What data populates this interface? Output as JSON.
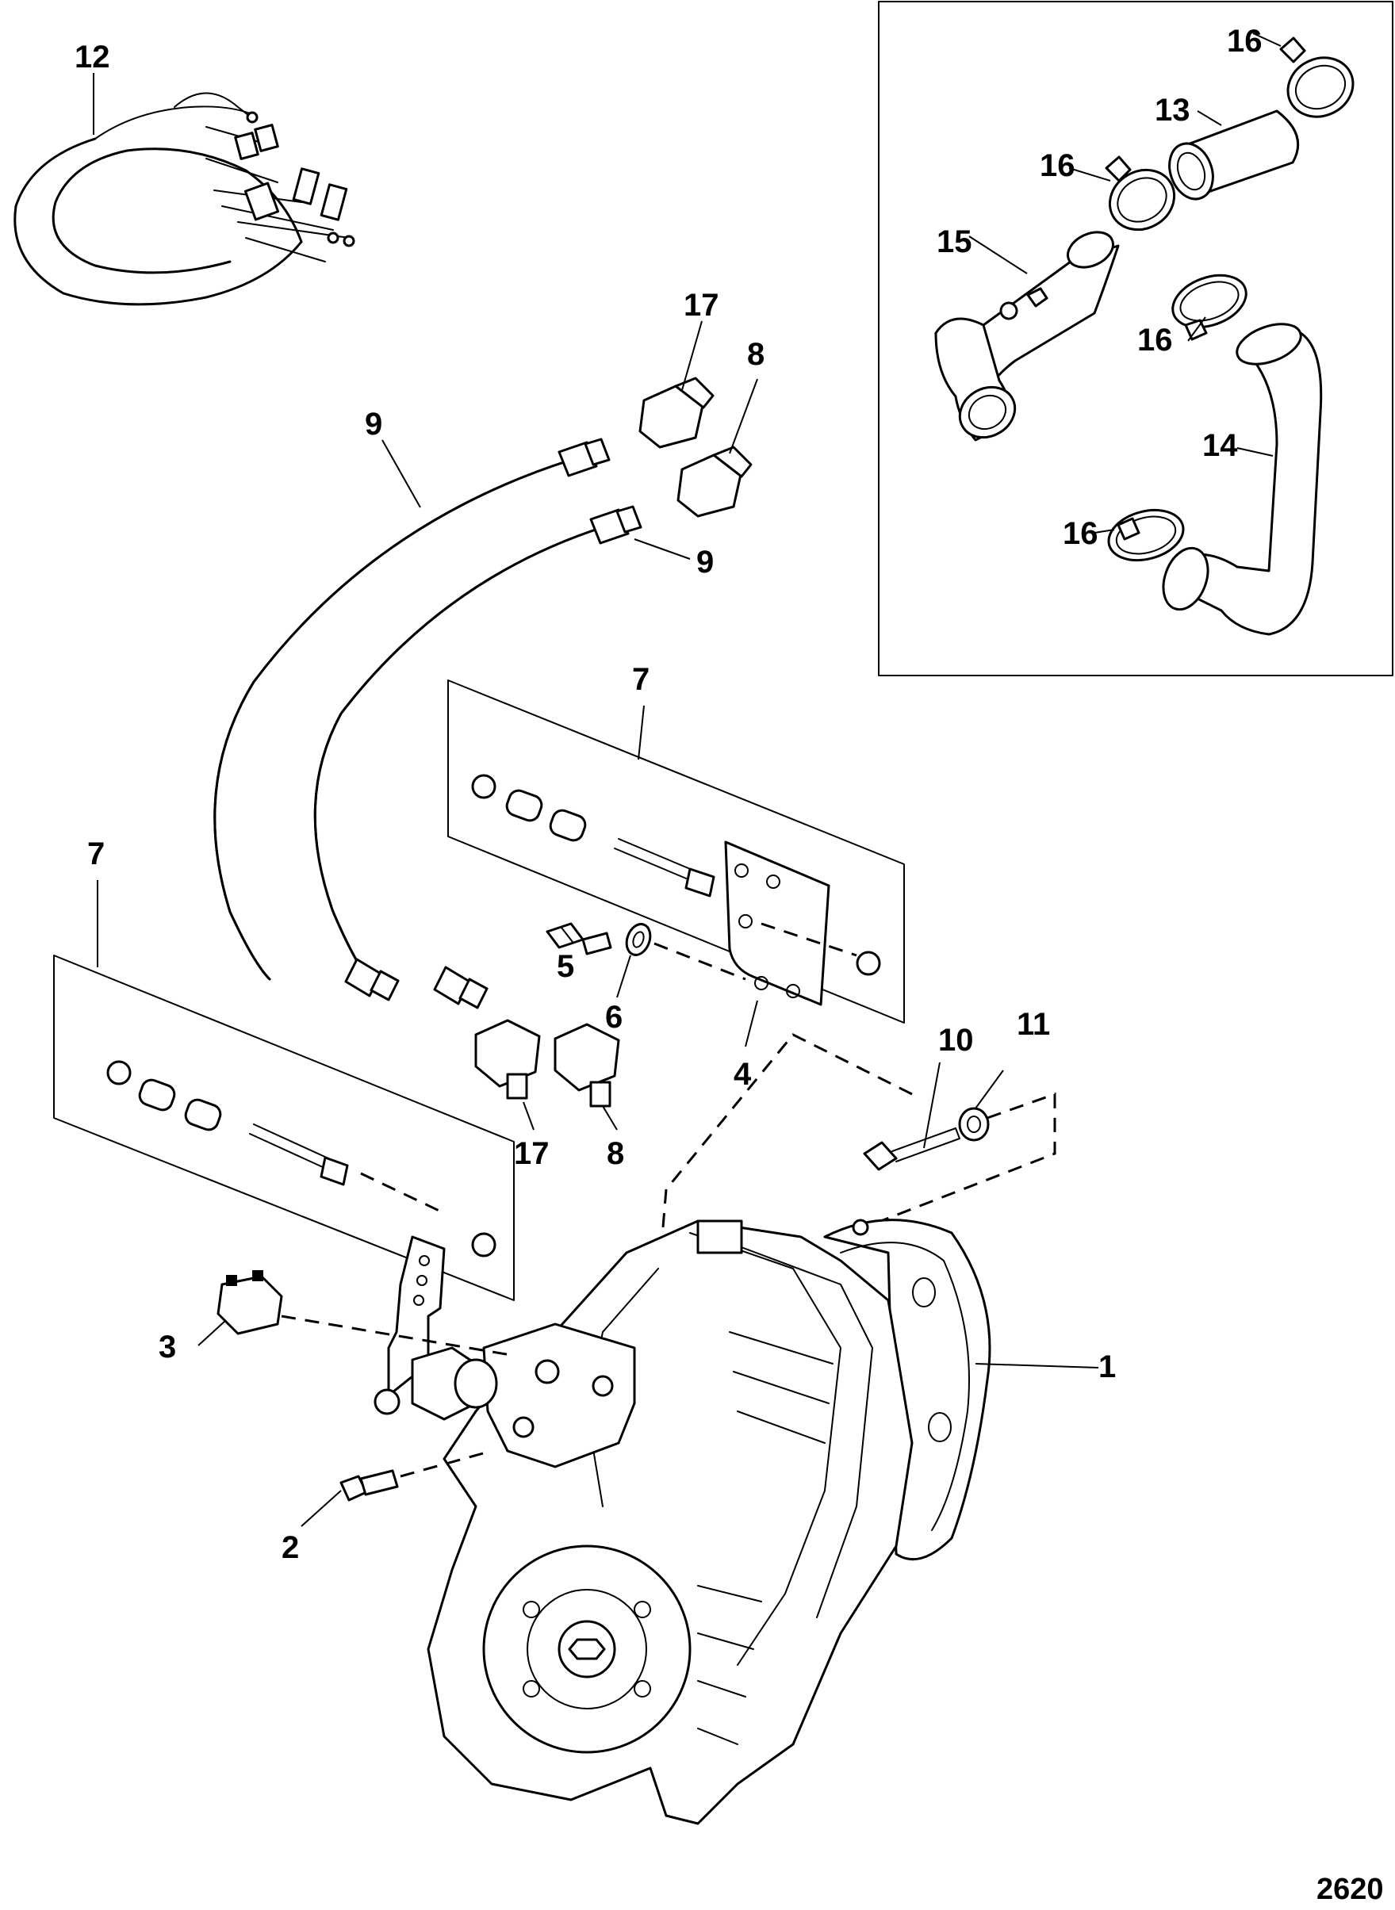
{
  "callouts": {
    "c1": "1",
    "c2": "2",
    "c3": "3",
    "c4": "4",
    "c5": "5",
    "c6": "6",
    "c7a": "7",
    "c7b": "7",
    "c8a": "8",
    "c8b": "8",
    "c9a": "9",
    "c9b": "9",
    "c10": "10",
    "c11": "11",
    "c12": "12",
    "c13": "13",
    "c14": "14",
    "c15": "15",
    "c16a": "16",
    "c16b": "16",
    "c16c": "16",
    "c16d": "16",
    "c17a": "17",
    "c17b": "17"
  },
  "figure_number": "2620"
}
